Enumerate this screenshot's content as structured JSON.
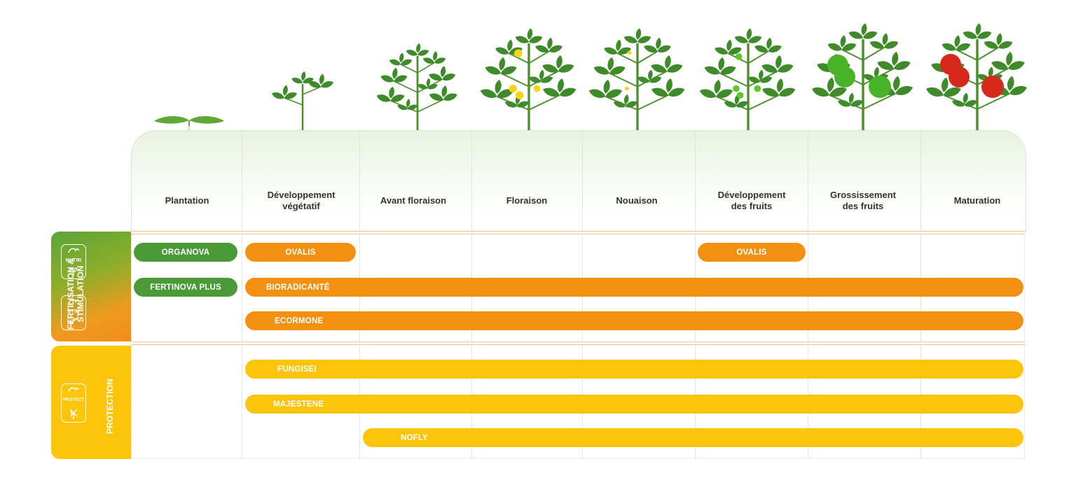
{
  "stages": [
    {
      "id": "plantation",
      "label": "Plantation"
    },
    {
      "id": "developpement-vegetatif",
      "label": "Développement\nvégétatif"
    },
    {
      "id": "avant-floraison",
      "label": "Avant floraison"
    },
    {
      "id": "floraison",
      "label": "Floraison"
    },
    {
      "id": "nouaison",
      "label": "Nouaison"
    },
    {
      "id": "developpement-fruits",
      "label": "Développement\ndes fruits"
    },
    {
      "id": "grossissement-fruits",
      "label": "Grossissement\ndes fruits"
    },
    {
      "id": "maturation",
      "label": "Maturation"
    }
  ],
  "categories": {
    "fertilisation": {
      "label": "FERTILISATION &\nSTIMULATION",
      "badges": [
        "NUTRI",
        "STIM"
      ],
      "color": "#f29111"
    },
    "protection": {
      "label": "PROTECTION",
      "badges": [
        "PROTECT"
      ],
      "color": "#fcc50b"
    }
  },
  "products": [
    {
      "name": "ORGANOVA",
      "color": "#4a9a37"
    },
    {
      "name": "FERTINOVA PLUS",
      "color": "#4a9a37"
    },
    {
      "name": "OVALIS",
      "color": "#f29111"
    },
    {
      "name": "OVALIS",
      "color": "#f29111"
    },
    {
      "name": "BIORADICANTÉ",
      "color": "#f29111"
    },
    {
      "name": "ECORMONE",
      "color": "#f29111"
    },
    {
      "name": "FUNGISEI",
      "color": "#fcc50b"
    },
    {
      "name": "MAJESTENE",
      "color": "#fcc50b"
    },
    {
      "name": "NOFLY",
      "color": "#fcc50b"
    }
  ]
}
